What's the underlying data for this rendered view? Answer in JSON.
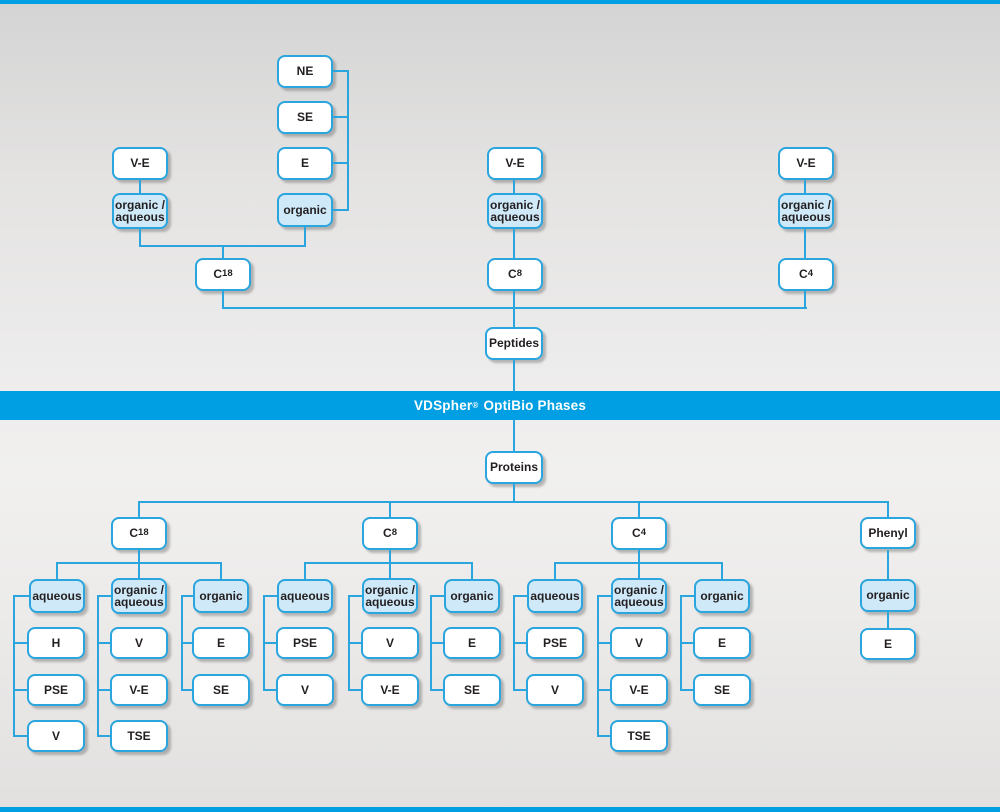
{
  "banner": {
    "brand": "VDSpher",
    "reg": "®",
    "rest": "OptiBio Phases"
  },
  "peptides": {
    "root": "Peptides",
    "c18_branch": {
      "ve": "V-E",
      "organic_aqueous": "organic /\naqueous",
      "endcaps": [
        "NE",
        "SE",
        "E"
      ],
      "organic": "organic",
      "column": {
        "main": "C",
        "sub": "18"
      }
    },
    "c8_branch": {
      "ve": "V-E",
      "organic_aqueous": "organic /\naqueous",
      "column": {
        "main": "C",
        "sub": "8"
      }
    },
    "c4_branch": {
      "ve": "V-E",
      "organic_aqueous": "organic /\naqueous",
      "column": {
        "main": "C",
        "sub": "4"
      }
    }
  },
  "proteins": {
    "root": "Proteins",
    "columns": [
      {
        "column": {
          "main": "C",
          "sub": "18"
        },
        "modes": [
          {
            "label": "aqueous",
            "children": [
              "H",
              "PSE",
              "V"
            ]
          },
          {
            "label": "organic /\naqueous",
            "children": [
              "V",
              "V-E",
              "TSE"
            ]
          },
          {
            "label": "organic",
            "children": [
              "E",
              "SE"
            ]
          }
        ]
      },
      {
        "column": {
          "main": "C",
          "sub": "8"
        },
        "modes": [
          {
            "label": "aqueous",
            "children": [
              "PSE",
              "V"
            ]
          },
          {
            "label": "organic /\naqueous",
            "children": [
              "V",
              "V-E"
            ]
          },
          {
            "label": "organic",
            "children": [
              "E",
              "SE"
            ]
          }
        ]
      },
      {
        "column": {
          "main": "C",
          "sub": "4"
        },
        "modes": [
          {
            "label": "aqueous",
            "children": [
              "PSE",
              "V"
            ]
          },
          {
            "label": "organic /\naqueous",
            "children": [
              "V",
              "V-E",
              "TSE"
            ]
          },
          {
            "label": "organic",
            "children": [
              "E",
              "SE"
            ]
          }
        ]
      },
      {
        "column": {
          "main": "Phenyl",
          "sub": ""
        },
        "modes": [
          {
            "label": "organic",
            "children": [
              "E"
            ]
          }
        ]
      }
    ]
  },
  "colors": {
    "accent": "#009fe3",
    "line": "#2aa5de",
    "mode_fill": "#cfe9f8",
    "text": "#231f20"
  }
}
